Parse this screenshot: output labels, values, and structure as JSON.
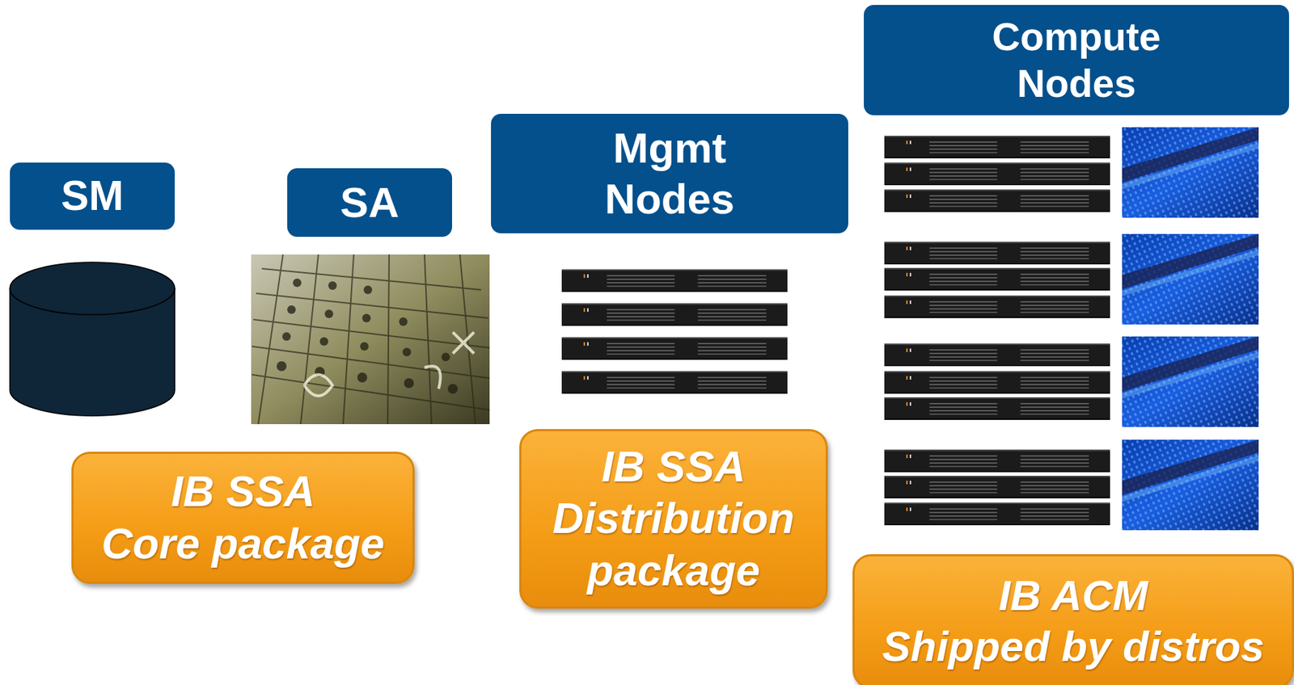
{
  "diagram": {
    "nodes": [
      {
        "text": [
          "SM"
        ]
      },
      {
        "text": [
          "SA"
        ]
      },
      {
        "text": [
          "Mgmt Nodes"
        ]
      },
      {
        "text": [
          "Compute Nodes"
        ]
      },
      {
        "text": [
          "IB SSA",
          "Core package"
        ]
      },
      {
        "text": [
          "IB SSA",
          "Distribution package"
        ]
      },
      {
        "text": [
          "IB ACM",
          "Shipped by distros"
        ]
      }
    ]
  }
}
